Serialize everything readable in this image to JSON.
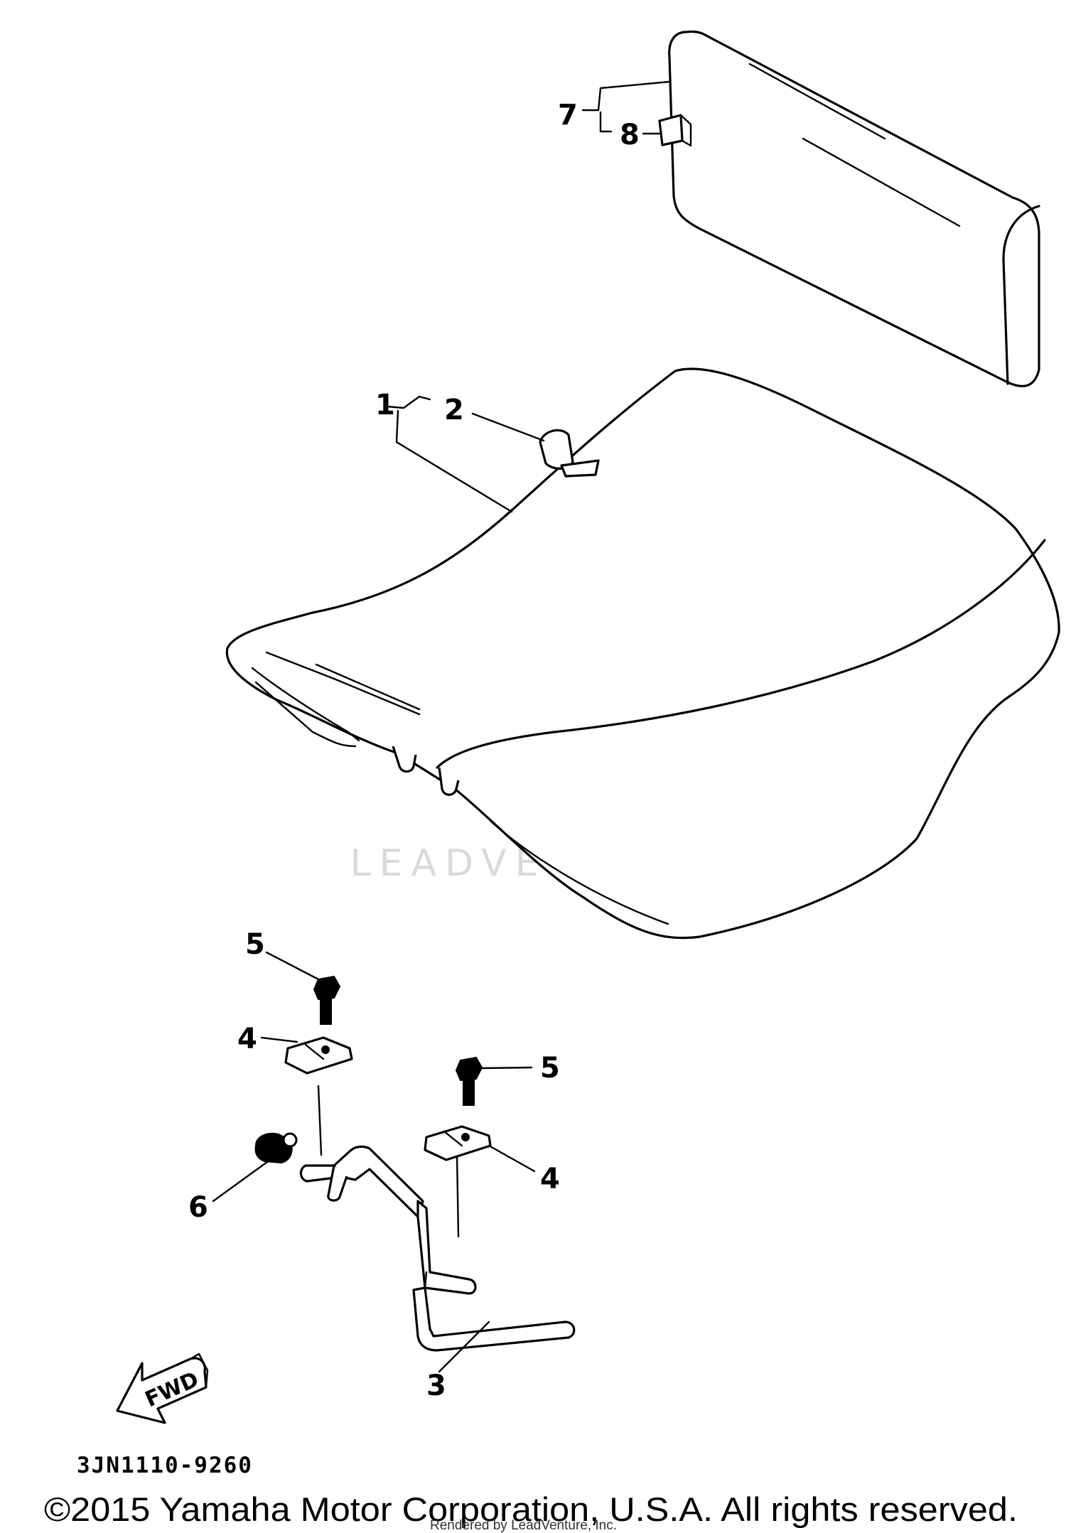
{
  "callouts": {
    "c1": "1",
    "c2": "2",
    "c3": "3",
    "c4a": "4",
    "c4b": "4",
    "c5a": "5",
    "c5b": "5",
    "c6": "6",
    "c7": "7",
    "c8": "8"
  },
  "fwd_arrow_label": "FWD",
  "part_code": "3JN1110-9260",
  "copyright": "©2015 Yamaha Motor Corporation, U.S.A. All rights reserved.",
  "rendered_by": "Rendered by LeadVenture, Inc.",
  "watermark": "LEADVENTURE",
  "colors": {
    "line": "#000000",
    "background": "#ffffff",
    "watermark": "#d9d9d9"
  }
}
